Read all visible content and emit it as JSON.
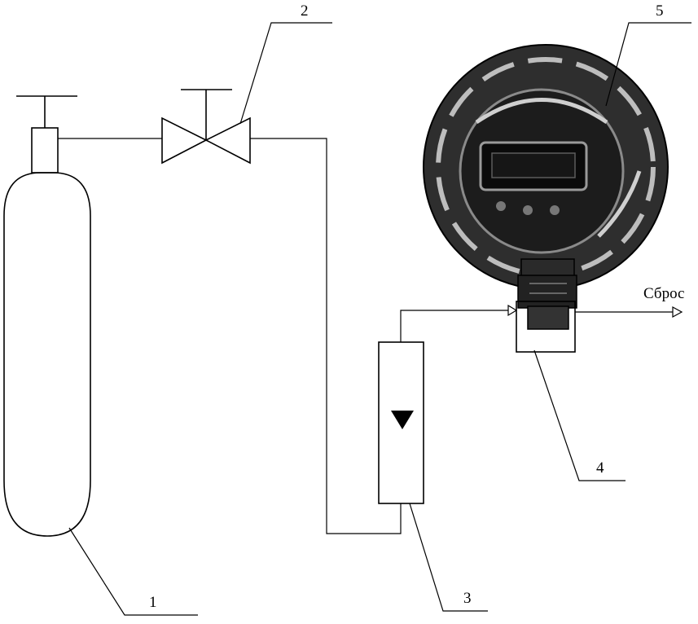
{
  "labels": {
    "cylinder_number": "1",
    "valve_number": "2",
    "flowmeter_number": "3",
    "adapter_number": "4",
    "detector_number": "5",
    "vent_label": "Сброс"
  },
  "colors": {
    "line": "#000000",
    "background": "#ffffff",
    "detector_body": "#2e2e2e",
    "detector_highlight": "#bdbdbd"
  }
}
